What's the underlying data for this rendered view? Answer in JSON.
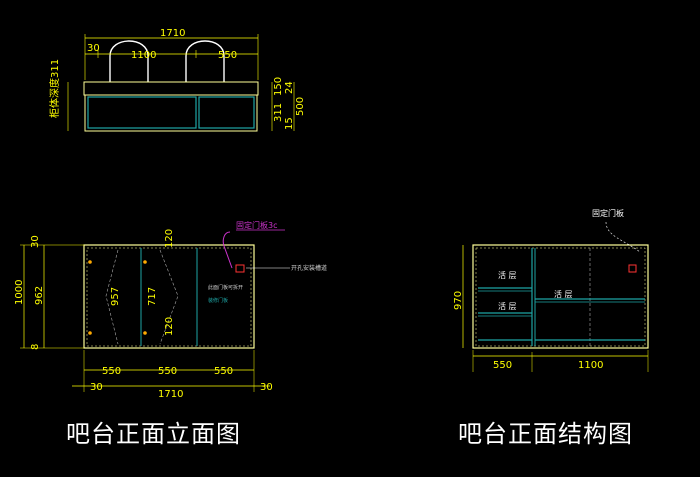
{
  "top_view": {
    "overall_width": "1710",
    "offset_left": "30",
    "seg_left": "1100",
    "seg_right": "550",
    "side_label": "柜体深度311",
    "right_dims": [
      "150",
      "24",
      "500",
      "311",
      "15"
    ]
  },
  "elevation": {
    "height_parts": [
      "30",
      "962",
      "8"
    ],
    "overall_height": "1000",
    "inner_heights": [
      "120",
      "957",
      "717",
      "120"
    ],
    "widths": [
      "550",
      "550",
      "550"
    ],
    "overall_width": "1710",
    "offsets": [
      "30",
      "30"
    ],
    "callout_fixed_door": "固定门板3c",
    "callout_hole": "开孔安装槽道",
    "note_1": "此面门板可拆开",
    "note_2": "装修门板"
  },
  "structure": {
    "height": "970",
    "widths": [
      "550",
      "1100"
    ],
    "fixed_door": "固定门板",
    "shelf_label": "活 层"
  },
  "captions": {
    "left": "吧台正面立面图",
    "right": "吧台正面结构图"
  },
  "colors": {
    "frame": "#ffff99",
    "cabinet_line": "#1ea5a5",
    "dimension": "#ffff00",
    "callout": "#cc33cc",
    "hole": "#ff3333"
  }
}
